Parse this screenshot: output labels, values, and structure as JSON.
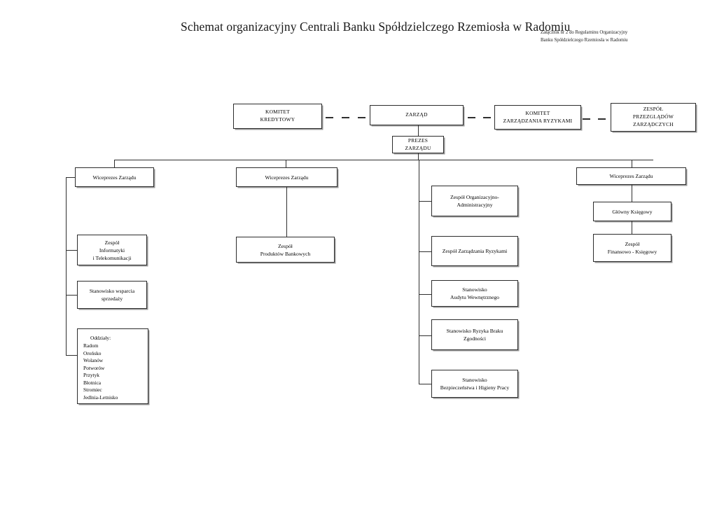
{
  "document": {
    "title": "Schemat organizacyjny Centrali  Banku Spółdzielczego Rzemiosła w Radomiu",
    "annotation_line1": "Załącznik nr 2  do Regulaminu Organizacyjny",
    "annotation_line2": "Banku Spółdzielczego Rzemiosła w Radomiu"
  },
  "chart_data": {
    "type": "diagram",
    "subtype": "organizational-chart",
    "language": "pl"
  },
  "nodes": {
    "komitet_kredytowy": {
      "line1": "KOMITET",
      "line2": "KREDYTOWY"
    },
    "zarzad": {
      "line1": "ZARZĄD"
    },
    "komitet_ryzyk": {
      "line1": "KOMITET",
      "line2": "ZARZĄDZANIA  RYZYKAMI"
    },
    "zespol_przegladow": {
      "line1": "ZESPÓŁ",
      "line2": "PRZEZGLĄDÓW",
      "line3": "ZARZĄDCZYCH"
    },
    "prezes": {
      "line1": "PREZES",
      "line2": "ZARZĄDU"
    },
    "wiceprezes_1": {
      "line1": "Wiceprezes  Zarządu"
    },
    "wiceprezes_2": {
      "line1": "Wiceprezes   Zarządu"
    },
    "wiceprezes_3": {
      "line1": "Wiceprezes Zarządu"
    },
    "zespol_informatyki": {
      "line1": "Zespół",
      "line2": "Informatyki",
      "line3": "i Telekomunikacji"
    },
    "stanowisko_wsparcia": {
      "line1": "Stanowisko wsparcia",
      "line2": "sprzedaży"
    },
    "zespol_produktow": {
      "line1": "Zespół",
      "line2": "Produktów Bankowych"
    },
    "zespol_organizacyjno": {
      "line1": "Zespół Organizacyjno-",
      "line2": "Administracyjny"
    },
    "zespol_zarzadzania_ryzykami": {
      "line1": "Zespół Zarządzania Ryzykami"
    },
    "stanowisko_audytu": {
      "line1": "Stanowisko",
      "line2": "Audytu Wewnętrznego"
    },
    "stanowisko_ryzyka": {
      "line1": "Stanowisko Ryzyka Braku",
      "line2": "Zgodności"
    },
    "stanowisko_bhp": {
      "line1": "Stanowisko",
      "line2": "Bezpieczeństwa i Higieny Pracy"
    },
    "glowny_ksiegowy": {
      "line1": "Główny Księgowy"
    },
    "zespol_finansowo": {
      "line1": "Zespół",
      "line2": "Finansowo - Księgowy"
    },
    "oddzialy": {
      "heading": "Oddziały:",
      "items": [
        "Radom",
        "Orońsko",
        "Wolanów",
        "Potworów",
        "Przytyk",
        "Błotnica",
        "Stromiec",
        "Jedlnia-Letnisko"
      ]
    }
  },
  "style": {
    "line_color": "#2f2f2f",
    "box_border": "#2c2c2c",
    "box_fill": "#ffffff",
    "text_color": "#000000"
  }
}
